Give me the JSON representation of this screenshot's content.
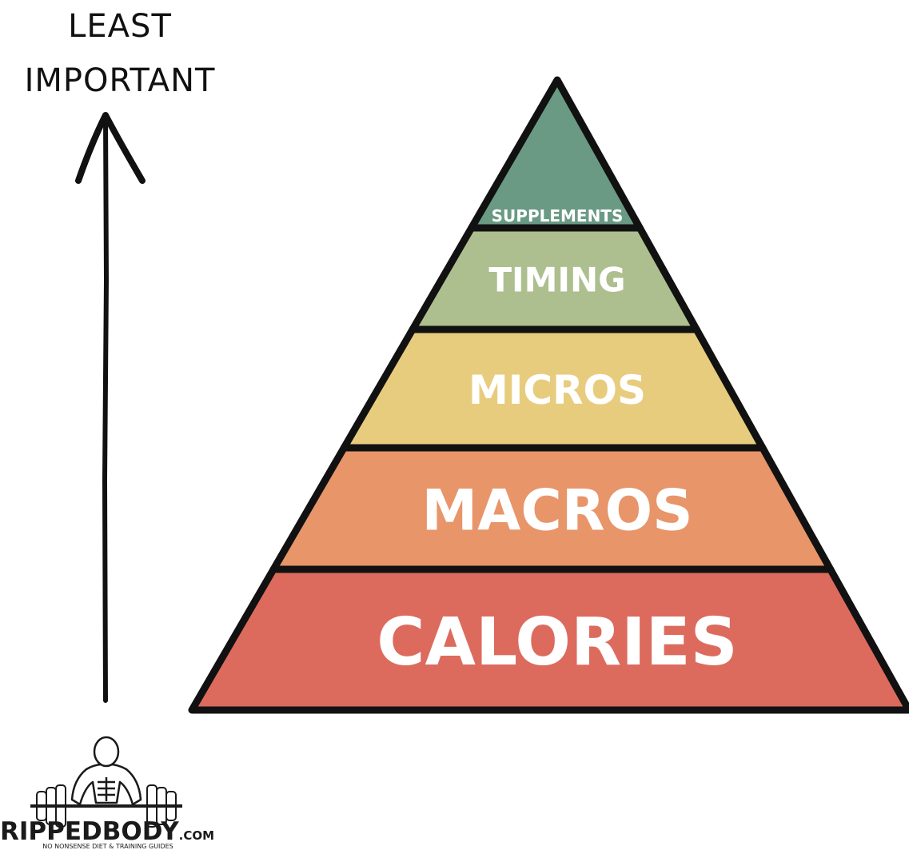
{
  "axis": {
    "top_label_line1": "LEAST",
    "top_label_line2": "IMPORTANT"
  },
  "pyramid": {
    "tiers": [
      {
        "label": "SUPPLEMENTS",
        "color": "#6a9a84"
      },
      {
        "label": "TIMING",
        "color": "#adbf8e"
      },
      {
        "label": "MICROS",
        "color": "#e8cc7e"
      },
      {
        "label": "MACROS",
        "color": "#e8956a"
      },
      {
        "label": "CALORIES",
        "color": "#dc6b5e"
      }
    ],
    "outline_color": "#111111"
  },
  "logo": {
    "brand_first": "RIPPED",
    "brand_second": "BODY",
    "domain_suffix": ".COM",
    "tagline": "NO NONSENSE DIET & TRAINING GUIDES"
  }
}
